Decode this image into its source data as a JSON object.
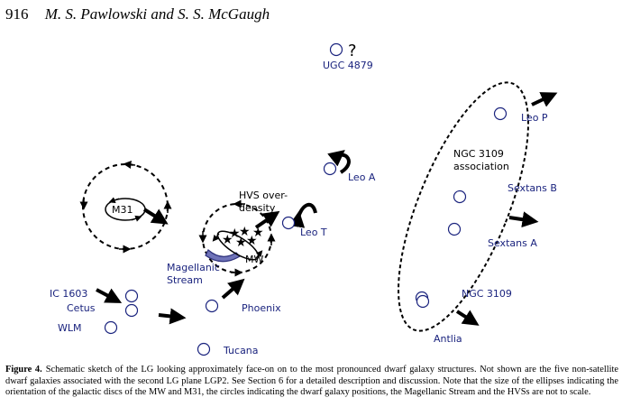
{
  "header": {
    "page_number": "916",
    "authors": "M. S. Pawlowski and S. S. McGaugh"
  },
  "labels": {
    "ugc4879": "UGC 4879",
    "question": "?",
    "leo_p": "Leo P",
    "ngc3109_assoc_line1": "NGC 3109",
    "ngc3109_assoc_line2": "association",
    "sextans_b": "Sextans B",
    "sextans_a": "Sextans A",
    "ngc3109": "NGC 3109",
    "antlia": "Antlia",
    "leo_a": "Leo A",
    "leo_t": "Leo T",
    "hvs_line1": "HVS over-",
    "hvs_line2": "density",
    "m31": "M31",
    "mw": "MW",
    "magellanic_line1": "Magellanic",
    "magellanic_line2": "Stream",
    "ic1603": "IC 1603",
    "cetus": "Cetus",
    "wlm": "WLM",
    "phoenix": "Phoenix",
    "tucana": "Tucana"
  },
  "caption": {
    "label": "Figure 4.",
    "text": "Schematic sketch of the LG looking approximately face-on on to the most pronounced dwarf galaxy structures. Not shown are the five non-satellite dwarf galaxies associated with the second LG plane LGP2. See Section  6 for a detailed description and discussion. Note that the size of the ellipses indicating the orientation of the galactic discs of the MW and M31, the circles indicating the dwarf galaxy positions, the Magellanic Stream and the HVSs are not to scale."
  },
  "colors": {
    "label_text": "#1a237e",
    "dwarf_circle": "#1a237e",
    "magellanic_fill": "#6f73b8",
    "ink": "#000000"
  }
}
